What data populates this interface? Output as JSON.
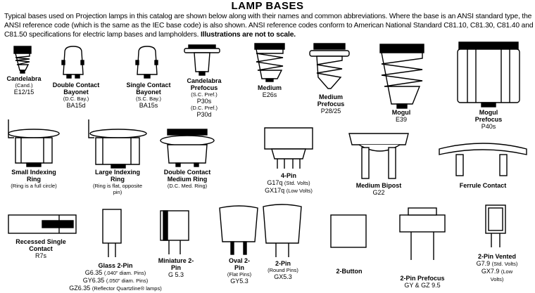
{
  "title": "LAMP BASES",
  "intro": {
    "text": "Typical bases used on Projection lamps in this catalog are shown below along with their names and common abbreviations. Where the base is an ANSI standard type, the ANSI reference code (which is the same as the IEC base code) is also shown. ANSI reference codes conform to American National Standard C81.10, C81.30, C81.40 and C81.50 specifications for electric lamp bases and lampholders.",
    "bold": "Illustrations are not to scale."
  },
  "bases": [
    {
      "name": "Candelabra",
      "note": "(Cand.)",
      "codes": [
        "E12/15"
      ]
    },
    {
      "name": "Double Contact Bayonet",
      "note": "(D.C. Bay.)",
      "codes": [
        "BA15d"
      ]
    },
    {
      "name": "Single Contact Bayonet",
      "note": "(S.C. Bay.)",
      "codes": [
        "BA15s"
      ]
    },
    {
      "name": "Candelabra Prefocus",
      "note": "(S.C. Pref.)",
      "codes": [
        "P30s"
      ],
      "note2": "(D.C. Pref.)",
      "codes2": [
        "P30d"
      ]
    },
    {
      "name": "Medium",
      "codes": [
        "E26s"
      ]
    },
    {
      "name": "Medium Prefocus",
      "codes": [
        "P28/25"
      ]
    },
    {
      "name": "Mogul",
      "codes": [
        "E39"
      ]
    },
    {
      "name": "Mogul Prefocus",
      "codes": [
        "P40s"
      ]
    },
    {
      "name": "Small Indexing Ring",
      "note": "(Ring is a full circle)"
    },
    {
      "name": "Large Indexing Ring",
      "note": "(Ring is flat, opposite pin)"
    },
    {
      "name": "Double Contact Medium Ring",
      "note": "(D.C. Med. Ring)"
    },
    {
      "name": "4-Pin",
      "code_lines": [
        {
          "code": "G17q",
          "note": "(Std. Volts)"
        },
        {
          "code": "GX17q",
          "note": "(Low Volts)"
        }
      ]
    },
    {
      "name": "Medium Bipost",
      "codes": [
        "G22"
      ]
    },
    {
      "name": "Ferrule Contact"
    },
    {
      "name": "Recessed Single Contact",
      "codes": [
        "R7s"
      ]
    },
    {
      "name": "Glass 2-Pin",
      "code_lines": [
        {
          "code": "G6.35",
          "note": "(.040\" diam. Pins)"
        },
        {
          "code": "GY6.35",
          "note": "(.050\" diam. Pins)"
        },
        {
          "code": "GZ6.35",
          "note": "(Reflector Quartzline® lamps)"
        }
      ]
    },
    {
      "name": "Miniature 2-Pin",
      "codes": [
        "G 5.3"
      ]
    },
    {
      "name": "Oval 2-Pin",
      "note": "(Flat Pins)",
      "codes": [
        "GY5.3"
      ]
    },
    {
      "name": "2-Pin",
      "note": "(Round Pins)",
      "codes": [
        "GX5.3"
      ]
    },
    {
      "name": "2-Button"
    },
    {
      "name": "2-Pin Prefocus",
      "codes": [
        "GY & GZ 9.5"
      ]
    },
    {
      "name": "2-Pin Vented",
      "code_lines": [
        {
          "code": "G7.9",
          "note": "(Std. Volts)"
        },
        {
          "code": "GX7.9",
          "note": "(Low Volts)"
        }
      ]
    }
  ]
}
